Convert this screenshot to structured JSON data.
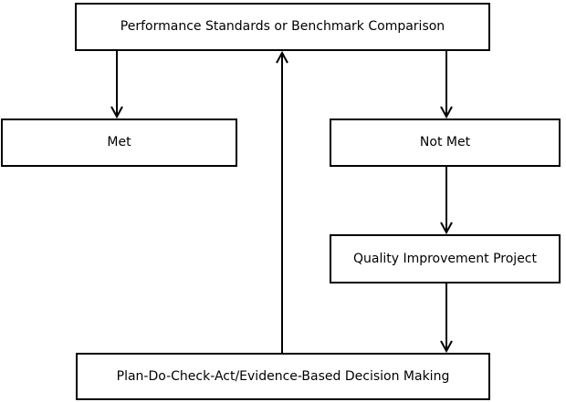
{
  "diagram": {
    "type": "flowchart",
    "background_color": "#ffffff",
    "line_color": "#000000",
    "text_color": "#000000",
    "nodes": {
      "performance": {
        "label": "Performance Standards or Benchmark Comparison"
      },
      "met": {
        "label": "Met"
      },
      "not_met": {
        "label": "Not Met"
      },
      "quality_improvement": {
        "label": "Quality Improvement Project"
      },
      "pdca": {
        "label": "Plan-Do-Check-Act/Evidence-Based Decision Making"
      }
    },
    "edges": [
      {
        "from": "performance",
        "to": "met",
        "direction": "down"
      },
      {
        "from": "performance",
        "to": "not_met",
        "direction": "down"
      },
      {
        "from": "not_met",
        "to": "quality_improvement",
        "direction": "down"
      },
      {
        "from": "quality_improvement",
        "to": "pdca",
        "direction": "down"
      },
      {
        "from": "pdca",
        "to": "performance",
        "direction": "up"
      }
    ]
  }
}
